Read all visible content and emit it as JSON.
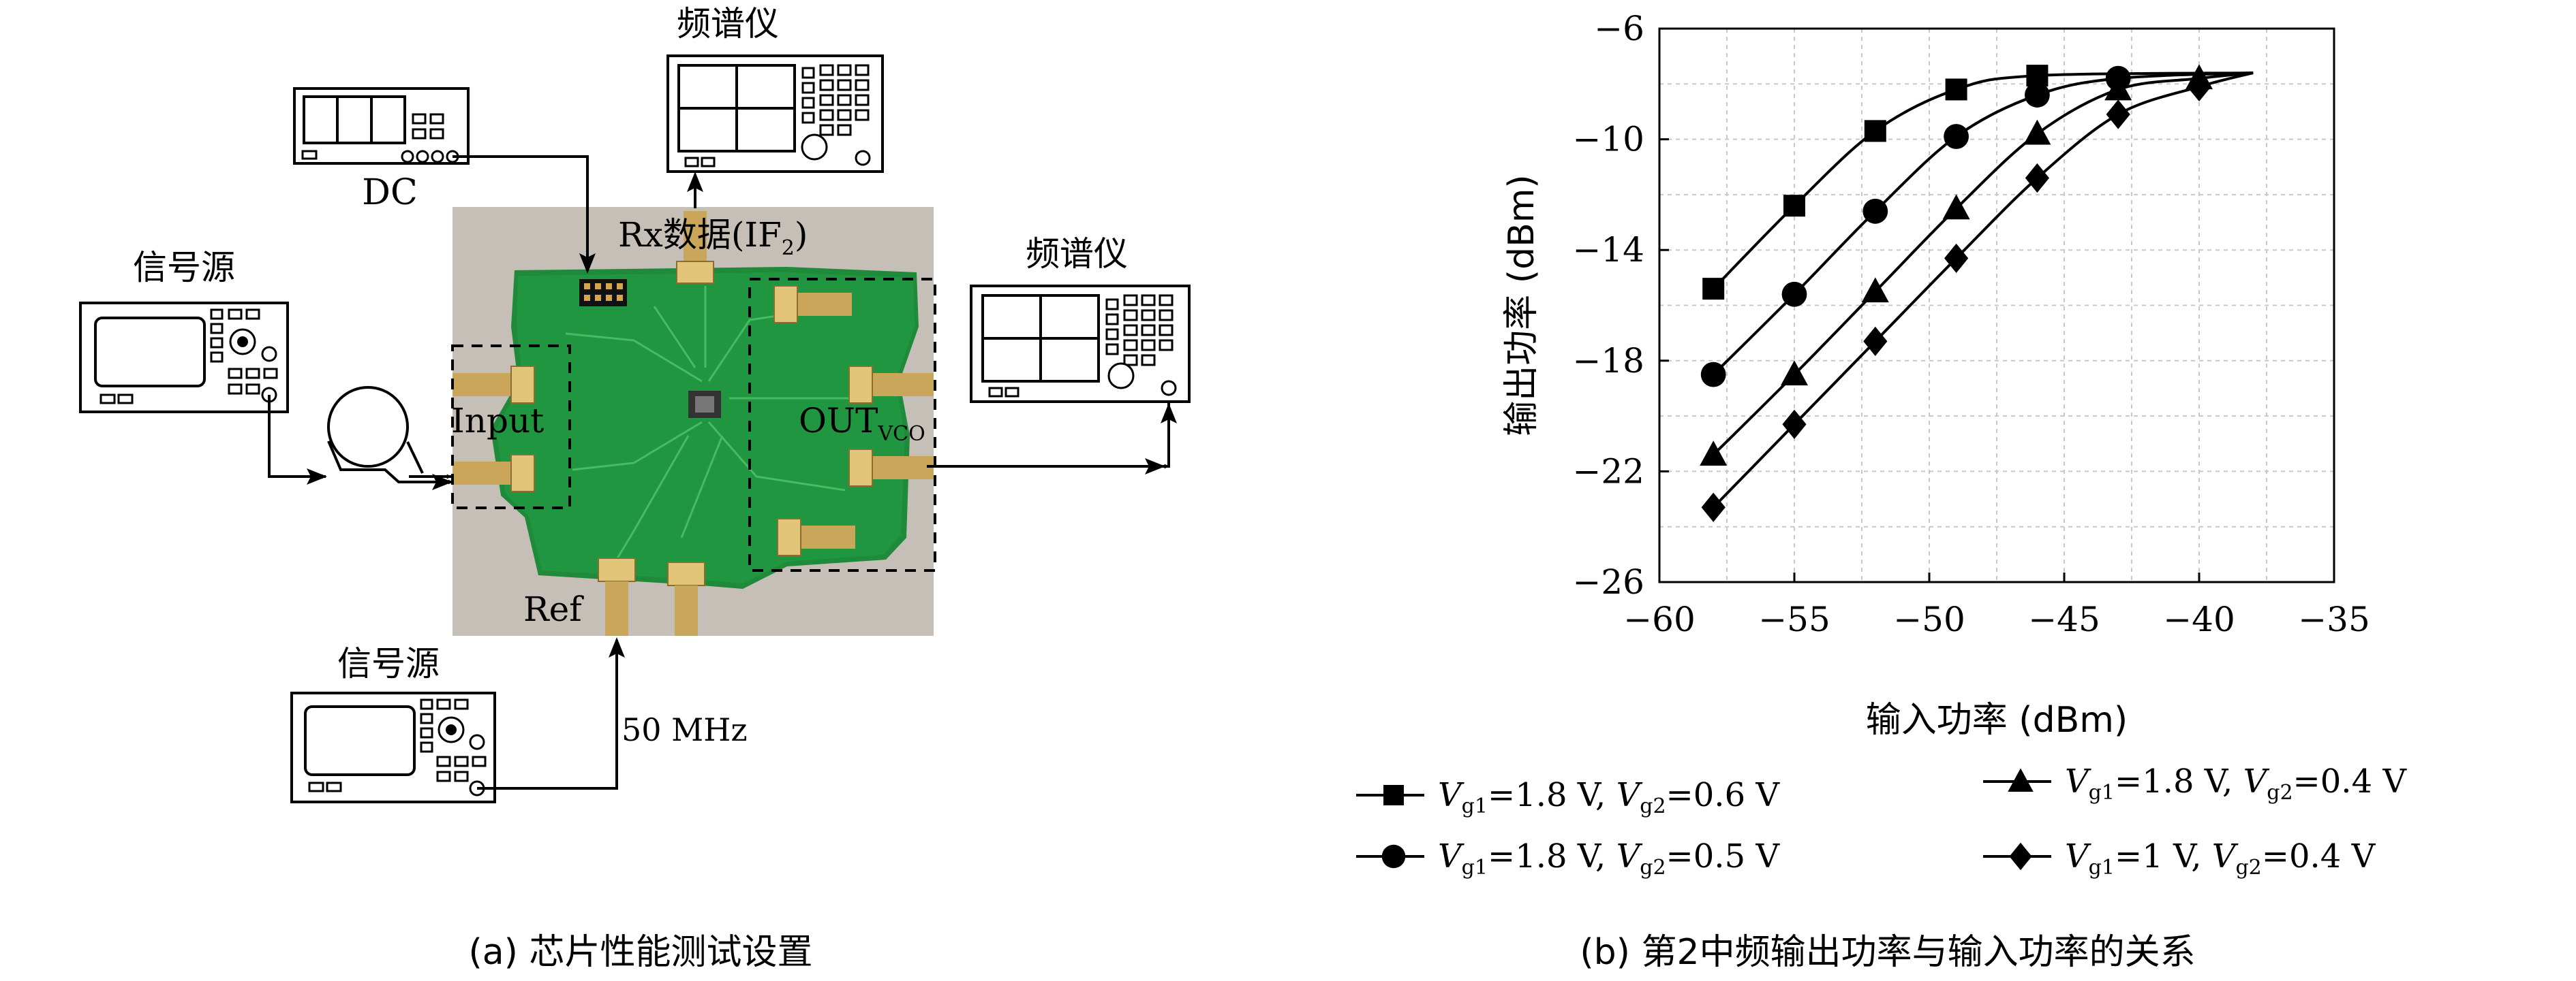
{
  "left_panel": {
    "caption": "(a) 芯片性能测试设置",
    "labels": {
      "spectrum_top": "频谱仪",
      "dc": "DC",
      "rx_data_prefix": "Rx数据(IF",
      "rx_data_sub": "2",
      "rx_data_suffix": ")",
      "spectrum_right": "频谱仪",
      "signal_left": "信号源",
      "input": "Input",
      "out_main": "OUT",
      "out_sub": "VCO",
      "ref": "Ref",
      "signal_bottom": "信号源",
      "freq": "50 MHz"
    }
  },
  "right_panel": {
    "caption": "(b) 第2中频输出功率与输入功率的关系"
  },
  "chart_data": {
    "type": "line",
    "xlabel": "输入功率 (dBm)",
    "ylabel": "输出功率 (dBm)",
    "xlim": [
      -60,
      -35
    ],
    "ylim": [
      -26,
      -6
    ],
    "xticks": [
      -60,
      -55,
      -50,
      -45,
      -40,
      -35
    ],
    "yticks": [
      -6,
      -10,
      -14,
      -18,
      -22,
      -26
    ],
    "grid": true,
    "legend_position": "bottom",
    "series": [
      {
        "name": "Vg1=1.8 V, Vg2=0.6 V",
        "marker": "square",
        "x": [
          -58,
          -55,
          -52,
          -49,
          -46
        ],
        "y": [
          -15.4,
          -12.4,
          -9.7,
          -8.2,
          -7.7
        ]
      },
      {
        "name": "Vg1=1.8 V, Vg2=0.5 V",
        "marker": "circle",
        "x": [
          -58,
          -55,
          -52,
          -49,
          -46,
          -43
        ],
        "y": [
          -18.5,
          -15.6,
          -12.6,
          -9.9,
          -8.4,
          -7.8
        ]
      },
      {
        "name": "Vg1=1.8 V, Vg2=0.4 V",
        "marker": "triangle",
        "x": [
          -58,
          -55,
          -52,
          -49,
          -46,
          -43,
          -40
        ],
        "y": [
          -21.4,
          -18.5,
          -15.5,
          -12.5,
          -9.8,
          -8.2,
          -7.8
        ]
      },
      {
        "name": "Vg1=1 V, Vg2=0.4 V",
        "marker": "diamond",
        "x": [
          -58,
          -55,
          -52,
          -49,
          -46,
          -43,
          -40
        ],
        "y": [
          -23.3,
          -20.3,
          -17.3,
          -14.3,
          -11.4,
          -9.1,
          -8.1
        ]
      }
    ],
    "legend": [
      {
        "marker": "square",
        "v1": "=1.8 V,",
        "v2": "=0.6 V"
      },
      {
        "marker": "triangle",
        "v1": "=1.8 V,",
        "v2": "=0.4 V"
      },
      {
        "marker": "circle",
        "v1": "=1.8 V,",
        "v2": "=0.5 V"
      },
      {
        "marker": "diamond",
        "v1": "=1 V,",
        "v2": "=0.4 V"
      }
    ],
    "legend_sym": {
      "main": "V",
      "sub1": "g1",
      "sub2": "g2"
    }
  }
}
